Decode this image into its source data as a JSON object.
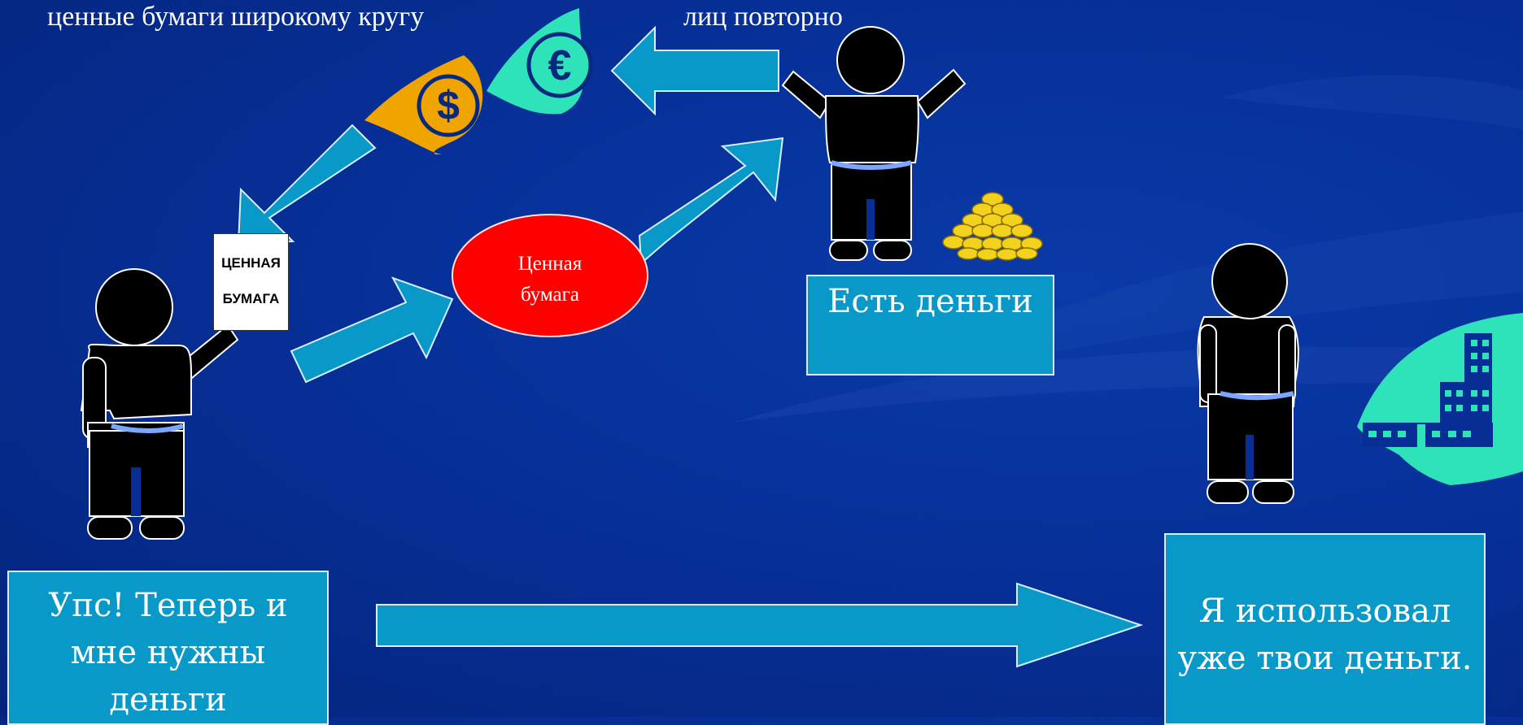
{
  "top_text": {
    "left": "ценные бумаги широкому кругу",
    "right": "лиц повторно"
  },
  "paper": {
    "line1": "ЦЕННАЯ",
    "line2": "БУМАГА"
  },
  "ellipse": {
    "line1": "Ценная",
    "line2": "бумага"
  },
  "boxes": {
    "has_money": "Есть деньги",
    "oops_line1": "Упс! Теперь и",
    "oops_line2": "мне нужны",
    "oops_line3": "деньги",
    "used_line1": "Я использовал",
    "used_line2": "уже твои деньги."
  },
  "icons": {
    "dollar": "$",
    "euro": "€"
  },
  "colors": {
    "background": "#062e95",
    "arrow": "#0899c8",
    "box": "#0899c8",
    "ellipse": "#ff0000",
    "dollar_hand": "#f0a400",
    "euro_hand": "#2ee3b9",
    "building": "#2ee3b9",
    "coins": "#f2d21c"
  }
}
